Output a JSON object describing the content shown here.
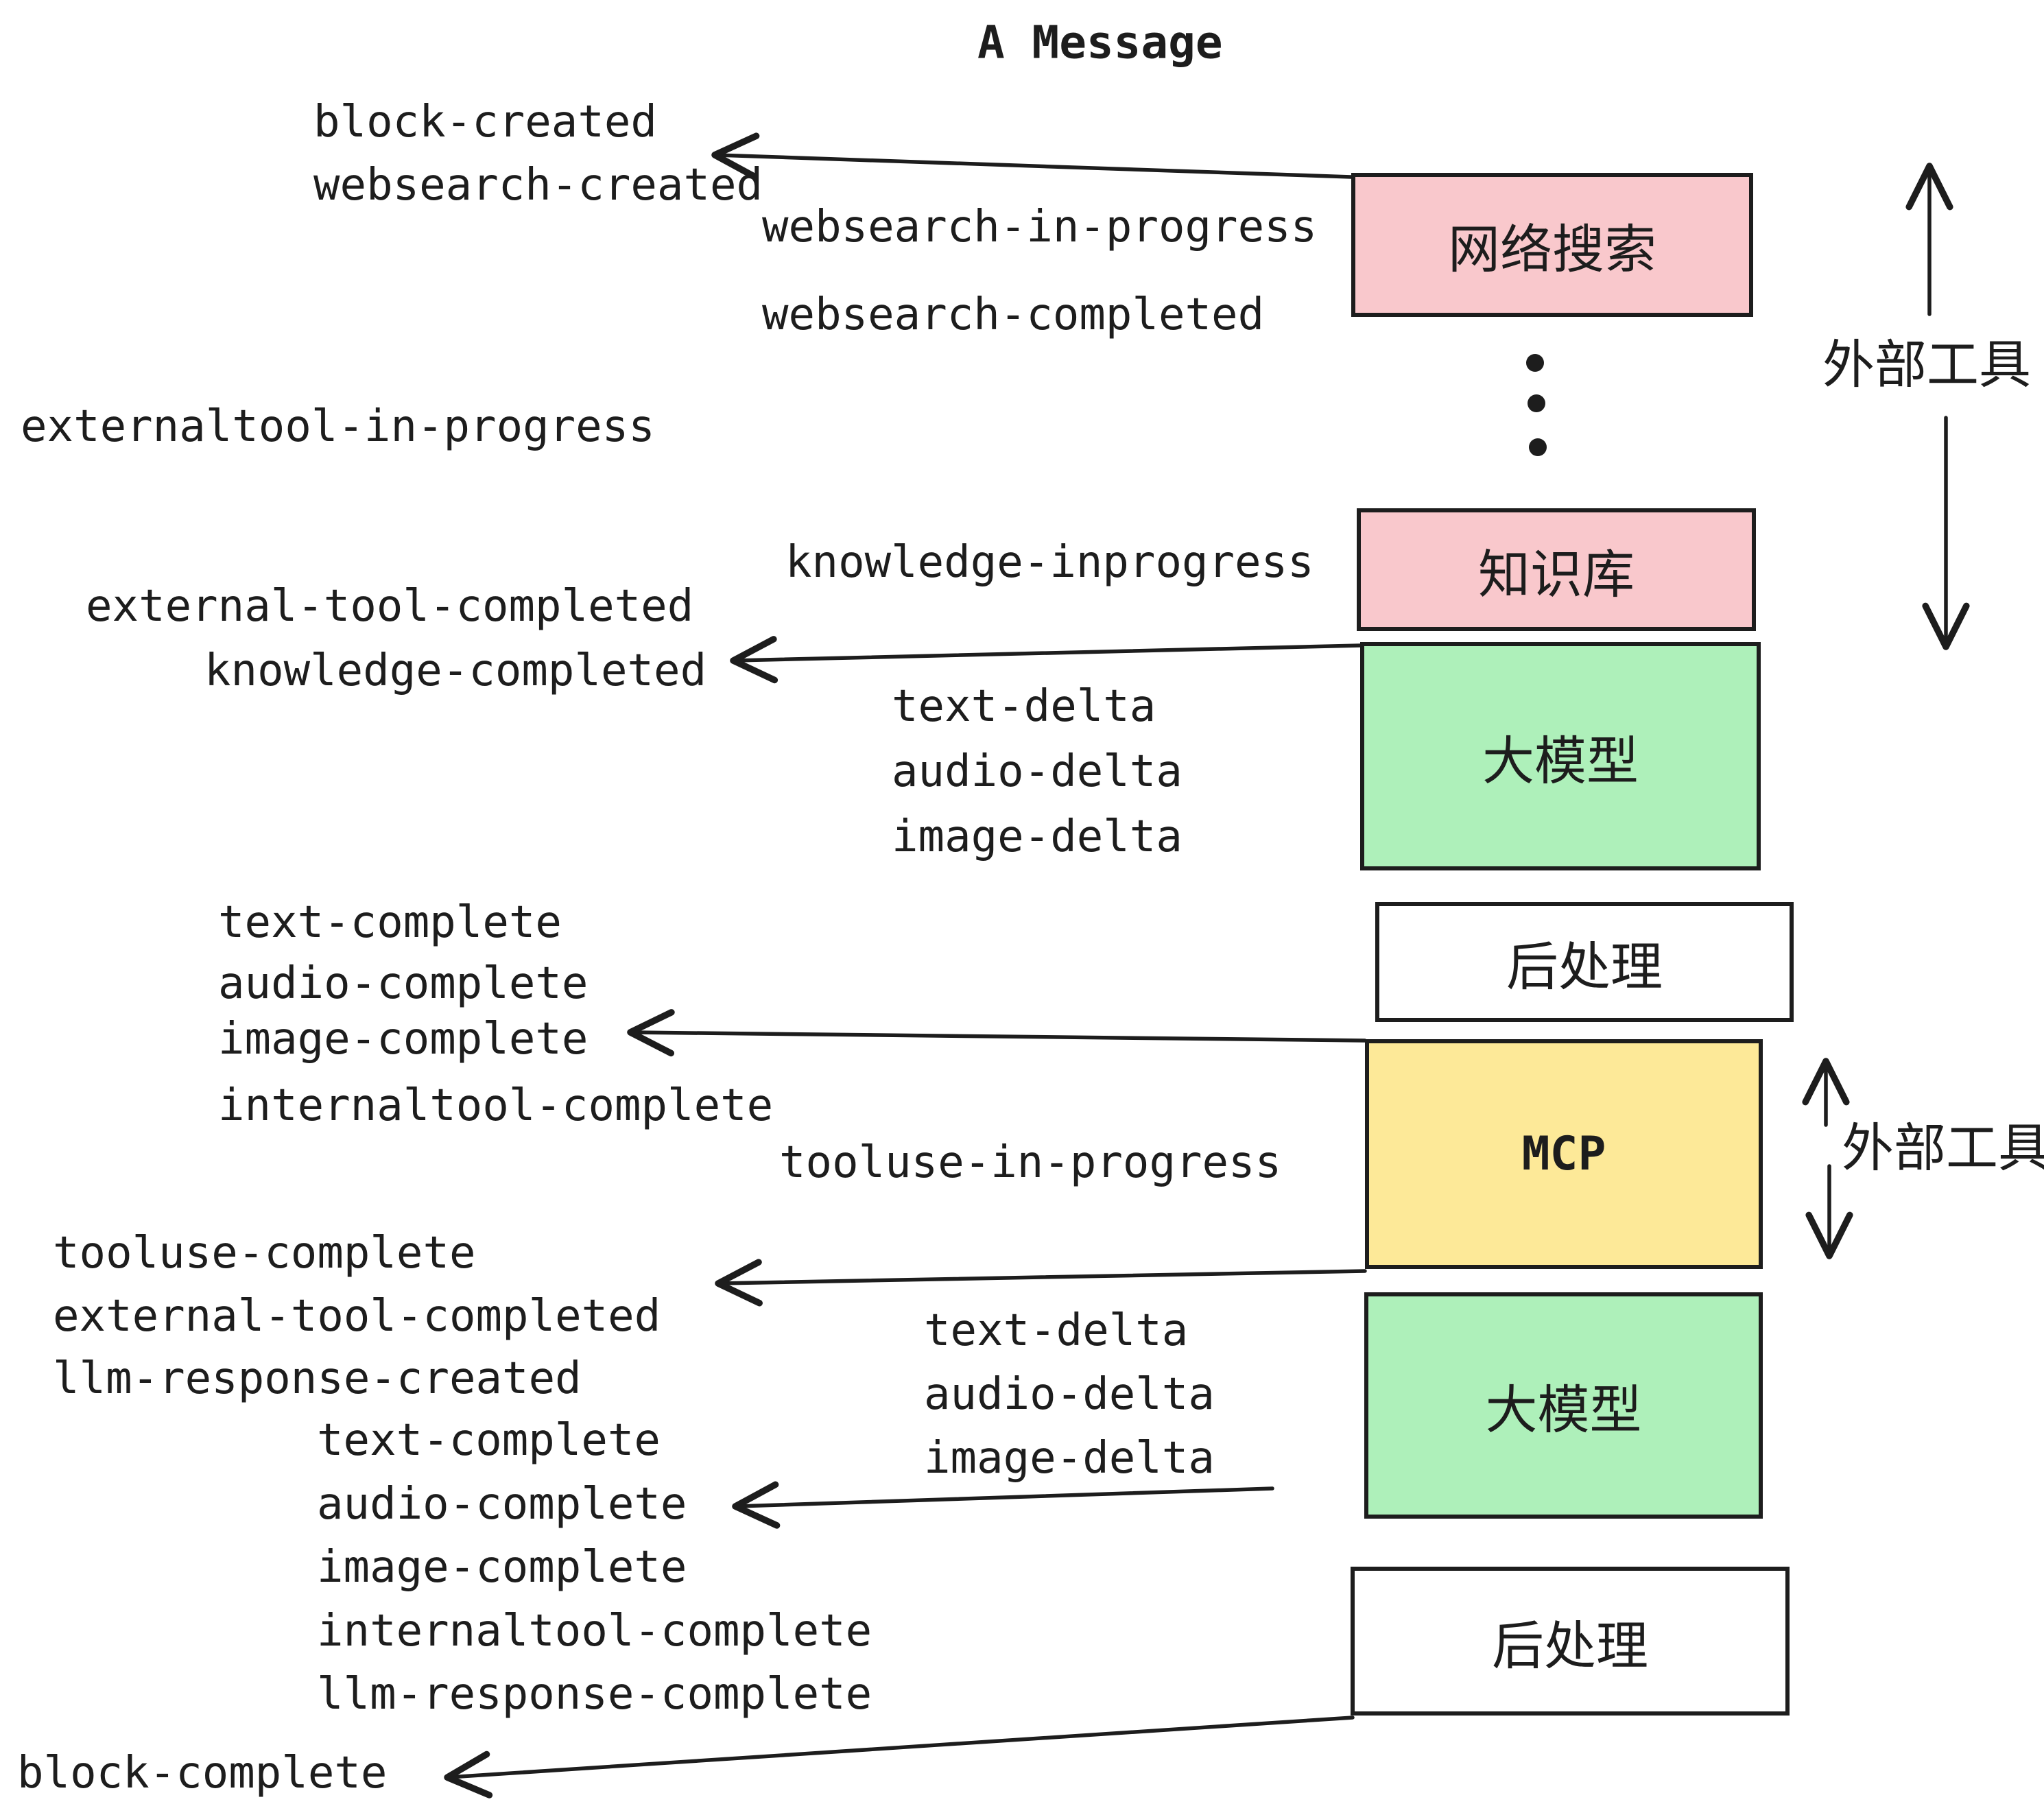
{
  "title": "A Message",
  "events": {
    "block_created": "block-created",
    "websearch_created": "websearch-created",
    "websearch_in_progress": "websearch-in-progress",
    "websearch_completed": "websearch-completed",
    "externaltool_in_progress": "externaltool-in-progress",
    "knowledge_inprogress": "knowledge-inprogress",
    "external_tool_completed": "external-tool-completed",
    "knowledge_completed": "knowledge-completed",
    "text_delta": "text-delta",
    "audio_delta": "audio-delta",
    "image_delta": "image-delta",
    "text_complete": "text-complete",
    "audio_complete": "audio-complete",
    "image_complete": "image-complete",
    "internaltool_complete": "internaltool-complete",
    "tooluse_in_progress": "tooluse-in-progress",
    "tooluse_complete": "tooluse-complete",
    "llm_response_created": "llm-response-created",
    "llm_response_complete": "llm-response-complete",
    "block_complete": "block-complete"
  },
  "boxes": {
    "websearch": "网络搜索",
    "knowledge": "知识库",
    "llm": "大模型",
    "post_process": "后处理",
    "mcp": "MCP"
  },
  "side_labels": {
    "external_tools": "外部工具"
  },
  "colors": {
    "box_pink": "#F9C8CC",
    "box_green": "#AEF0BA",
    "box_yellow": "#FDE998",
    "box_white": "#FFFFFF",
    "stroke": "#1D1D1D"
  }
}
